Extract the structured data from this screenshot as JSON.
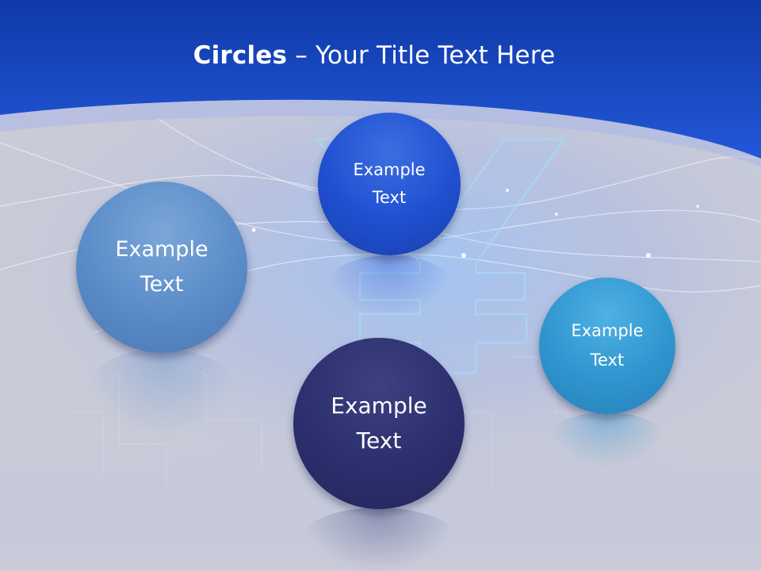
{
  "slide": {
    "title_bold": "Circles",
    "title_rest": " – Your Title Text Here"
  },
  "circles": [
    {
      "line1": "Example",
      "line2": "Text",
      "color": "#5a8cc8"
    },
    {
      "line1": "Example",
      "line2": "Text",
      "color": "#1f4fd0"
    },
    {
      "line1": "Example",
      "line2": "Text",
      "color": "#2f95cf"
    },
    {
      "line1": "Example",
      "line2": "Text",
      "color": "#2c2f6e"
    }
  ],
  "colors": {
    "header_blue": "#1a47c2",
    "body_background": "#c9cbd7"
  }
}
